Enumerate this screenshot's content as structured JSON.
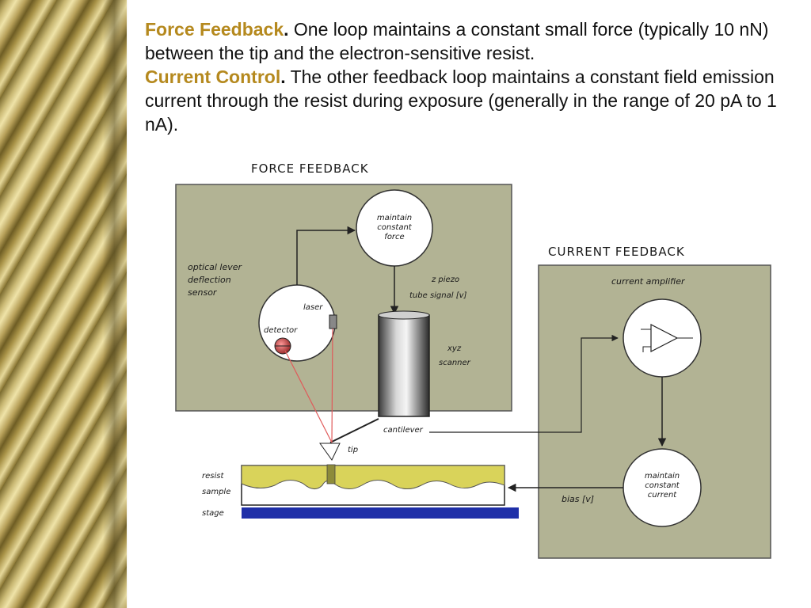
{
  "paragraph1": {
    "heading": "Force Feedback",
    "heading_dot": ".",
    "text": " One loop maintains a constant small force (typically 10 nN) between the tip and the electron-sensitive resist."
  },
  "paragraph2": {
    "heading": "Current Control",
    "heading_dot": ".",
    "text": " The other feedback loop maintains a constant field emission current through the resist during exposure (generally in the range of 20 pA to 1 nA)."
  },
  "colors": {
    "heading": "#b5891e",
    "panel_fill": "#b2b394",
    "resist": "#d9d35a",
    "stage": "#1f2fa8",
    "laser_beam": "#e05a5a"
  },
  "diagram": {
    "force_title": "FORCE FEEDBACK",
    "current_title": "CURRENT FEEDBACK",
    "maintain_force": [
      "maintain",
      "constant",
      "force"
    ],
    "optical_sensor": [
      "optical lever",
      "deflection",
      "sensor"
    ],
    "laser": "laser",
    "detector": "detector",
    "z_piezo": [
      "z piezo",
      "tube signal [v]"
    ],
    "scanner": [
      "xyz",
      "scanner"
    ],
    "cantilever": "cantilever",
    "tip": "tip",
    "resist": "resist",
    "sample": "sample",
    "stage": "stage",
    "current_amplifier": "current amplifier",
    "maintain_current": [
      "maintain",
      "constant",
      "current"
    ],
    "bias": "bias [v]"
  }
}
